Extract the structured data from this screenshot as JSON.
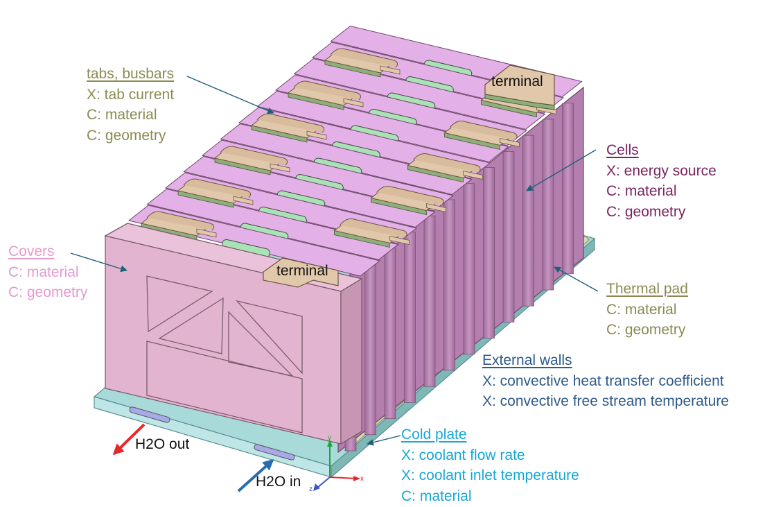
{
  "callouts": {
    "tabs": {
      "title": "tabs, busbars",
      "lines": [
        "X: tab current",
        "C: material",
        "C: geometry"
      ]
    },
    "cells": {
      "title": "Cells",
      "lines": [
        "X: energy source",
        "C: material",
        "C: geometry"
      ]
    },
    "covers": {
      "title": "Covers",
      "lines": [
        "C: material",
        "C: geometry"
      ]
    },
    "thermal_pad": {
      "title": "Thermal pad",
      "lines": [
        "C: material",
        "C: geometry"
      ]
    },
    "external_walls": {
      "title": "External walls",
      "lines": [
        "X: convective heat transfer coefficient",
        "X: convective free stream temperature"
      ]
    },
    "cold_plate": {
      "title": "Cold plate",
      "lines": [
        "X: coolant flow rate",
        "X: coolant inlet temperature",
        "C: material"
      ]
    }
  },
  "terminals": [
    "terminal",
    "terminal"
  ],
  "flows": {
    "out": "H2O out",
    "in": "H2O in"
  },
  "axes": {
    "x": "x",
    "y": "y",
    "z": "z"
  },
  "colors": {
    "tabs_text": "#8c8a52",
    "cells_text": "#7a2460",
    "covers_text": "#e59ad0",
    "walls_text": "#2e5a8c",
    "coldplate_text": "#16a8d6",
    "cover_face": "#e3b4cf",
    "cell_top": "#e3b0e8",
    "cell_side": "#b47fae",
    "cold_plate": "#a9dada",
    "tab": "#e2c8ab",
    "slot": "#a9e3b5",
    "arrow_out": "#e8272a",
    "arrow_in": "#2a6bb0"
  }
}
